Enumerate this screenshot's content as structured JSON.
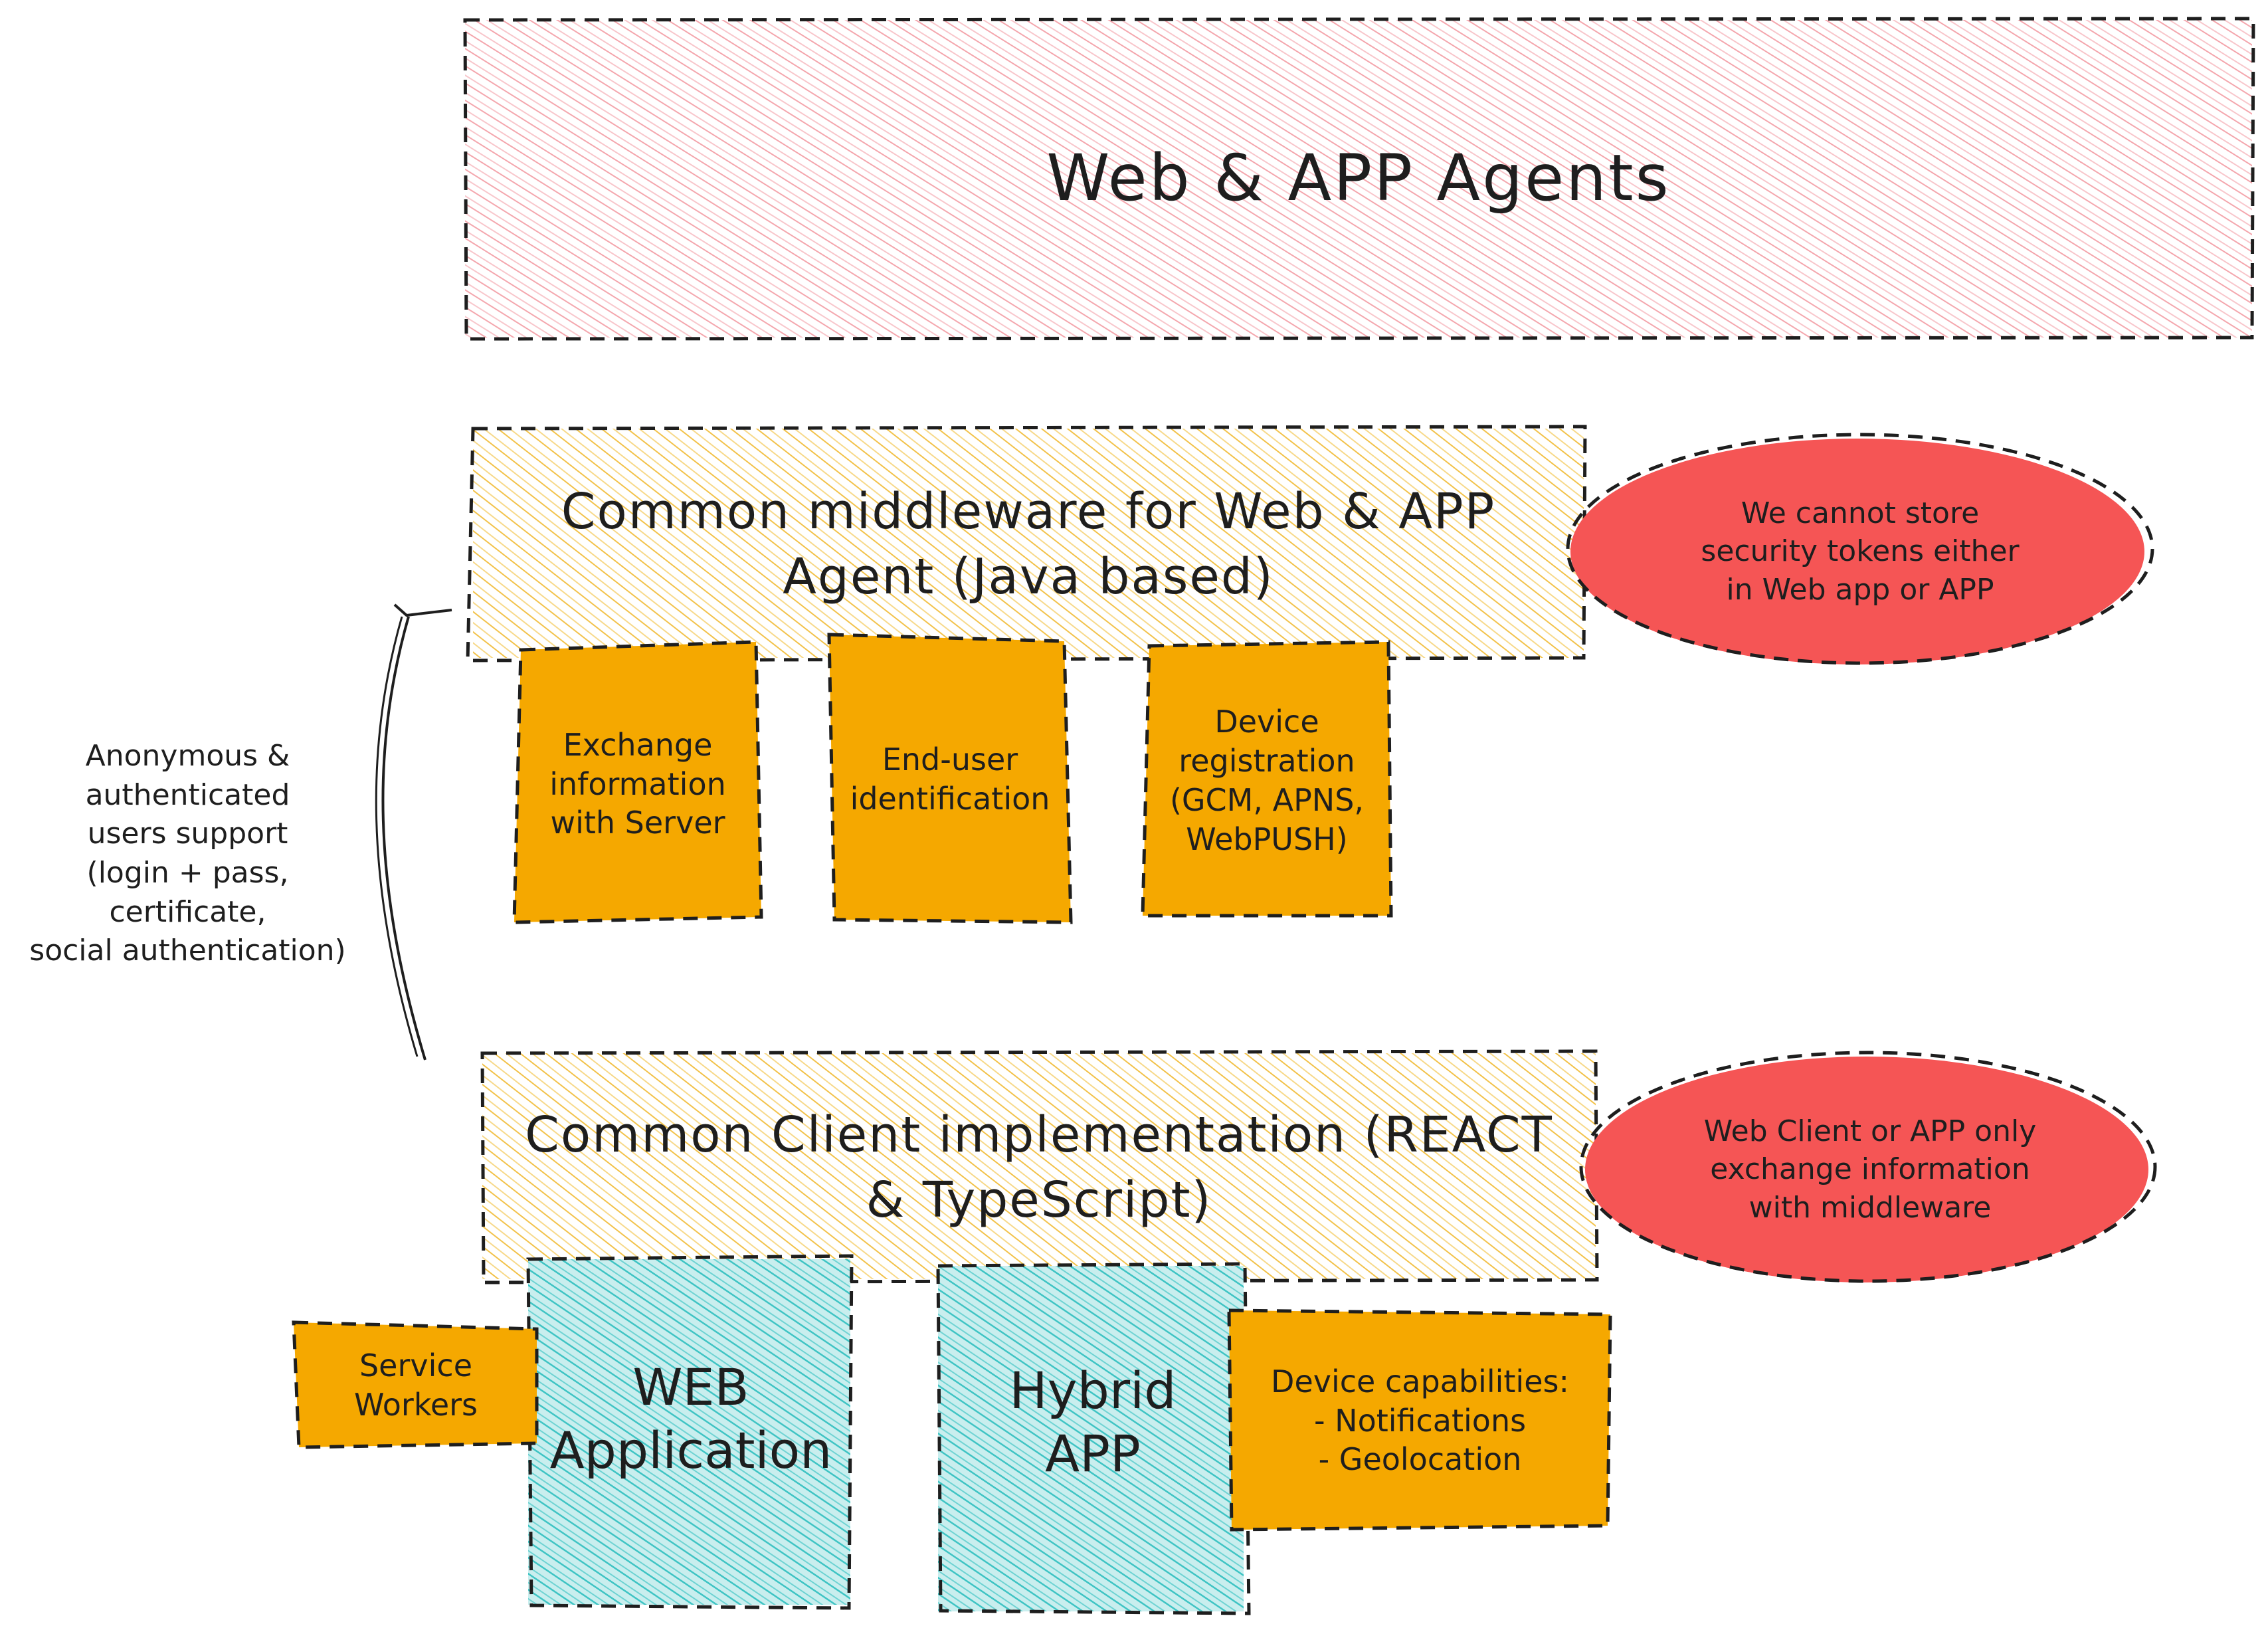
{
  "diagram": {
    "colors": {
      "pink_fill": "#f4a6ad",
      "amber_hatch": "#f2c24a",
      "orange_fill": "#f5a800",
      "red_fill": "#f55555",
      "cyan_fill": "#3fc4c4",
      "stroke": "#1e1e1e"
    },
    "top_banner": {
      "label": "Web & APP Agents"
    },
    "middleware": {
      "label": "Common middleware for Web & APP\nAgent (Java based)",
      "boxes": [
        {
          "label": "Exchange\ninformation\nwith Server"
        },
        {
          "label": "End-user\nidentification"
        },
        {
          "label": "Device\nregistration\n(GCM, APNS,\nWebPUSH)"
        }
      ],
      "note": {
        "label": "We cannot store\nsecurity tokens either\nin Web app or APP"
      }
    },
    "side_note": {
      "label": "Anonymous &\nauthenticated\nusers support\n(login + pass,\ncertificate,\nsocial authentication)"
    },
    "client": {
      "label": "Common Client implementation (REACT\n& TypeScript)",
      "note": {
        "label": "Web Client or APP only\nexchange information\nwith middleware"
      }
    },
    "bottom": {
      "service_workers": {
        "label": "Service\nWorkers"
      },
      "web_application": {
        "label": "WEB\nApplication"
      },
      "hybrid_app": {
        "label": "Hybrid\nAPP"
      },
      "device_capabilities": {
        "label": "Device capabilities:\n- Notifications\n- Geolocation"
      }
    }
  }
}
